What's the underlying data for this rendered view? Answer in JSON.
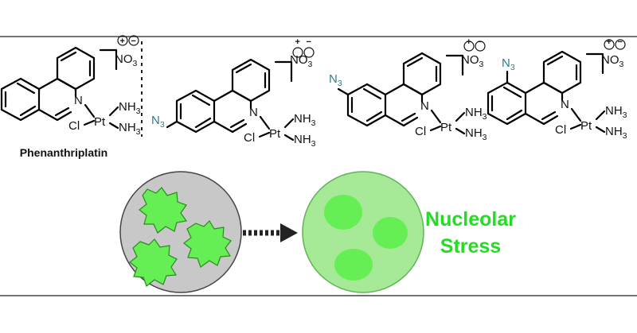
{
  "compounds": [
    {
      "caption": "Phenanthriplatin",
      "azide": null
    },
    {
      "caption": "",
      "azide": "N3"
    },
    {
      "caption": "",
      "azide": "N3"
    },
    {
      "caption": "",
      "azide": "N3"
    }
  ],
  "labels": {
    "n": "N",
    "pt": "Pt",
    "cl": "Cl",
    "nh": "NH",
    "sub3": "3",
    "no": "NO",
    "plus": "+",
    "minus": "−",
    "azide_n": "N",
    "azide_sub": "3"
  },
  "caption_main": "Phenanthriplatin",
  "result_label": {
    "line1": "Nucleolar",
    "line2": "Stress"
  },
  "colors": {
    "azide": "#2f7f84",
    "result_text": "#22dd22",
    "nucleus_gray": "#c8c8c8",
    "nucleus_green": "#a6ea98",
    "nucleolus_green": "#66ee55",
    "arrow": "#222222"
  },
  "icons": [
    "arrow-right-dashed-icon"
  ]
}
